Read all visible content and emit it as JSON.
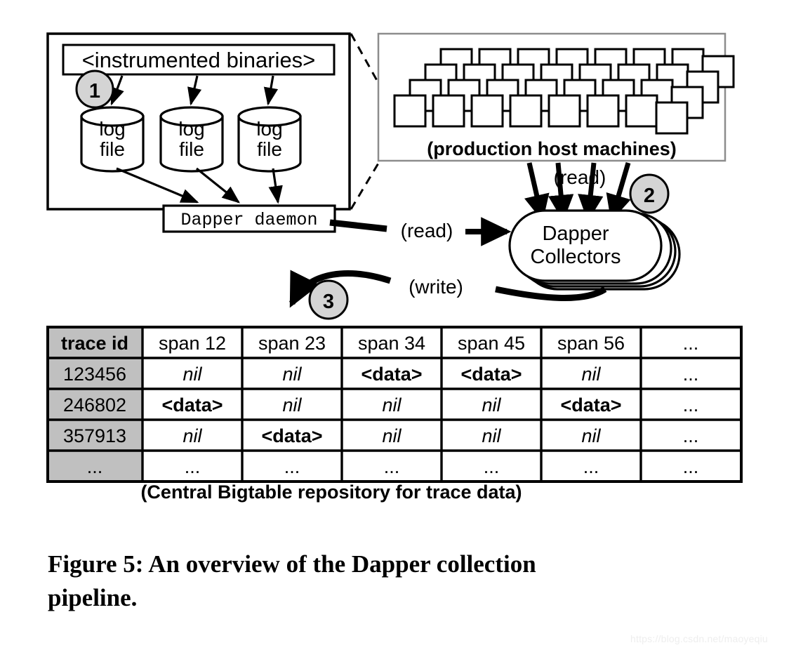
{
  "figure": {
    "caption_line1": "Figure 5:  An  overview  of  the  Dapper  collection",
    "caption_line2": "pipeline.",
    "watermark": "https://blog.csdn.net/maoyeqiu"
  },
  "diagram": {
    "host_box": {
      "binaries_label": "<instrumented binaries>",
      "step_badge": "1",
      "log_files": [
        {
          "line1": "log",
          "line2": "file"
        },
        {
          "line1": "log",
          "line2": "file"
        },
        {
          "line1": "log",
          "line2": "file"
        }
      ],
      "daemon_label": "Dapper daemon"
    },
    "production": {
      "caption": "(production host machines)"
    },
    "collectors": {
      "line1": "Dapper",
      "line2": "Collectors",
      "step_badge": "2"
    },
    "edges": {
      "read_top": "(read)",
      "read_daemon": "(read)",
      "write": "(write)",
      "write_badge": "3"
    }
  },
  "table": {
    "caption": "(Central Bigtable repository for trace data)",
    "headers": [
      "trace id",
      "span 12",
      "span 23",
      "span 34",
      "span 45",
      "span 56",
      "..."
    ],
    "rows": [
      {
        "id": "123456",
        "cells": [
          "nil",
          "nil",
          "<data>",
          "<data>",
          "nil",
          "..."
        ]
      },
      {
        "id": "246802",
        "cells": [
          "<data>",
          "nil",
          "nil",
          "nil",
          "<data>",
          "..."
        ]
      },
      {
        "id": "357913",
        "cells": [
          "nil",
          "<data>",
          "nil",
          "nil",
          "nil",
          "..."
        ]
      },
      {
        "id": "...",
        "cells": [
          "...",
          "...",
          "...",
          "...",
          "...",
          "..."
        ]
      }
    ]
  },
  "colors": {
    "badge_fill": "#d4d4d4",
    "header_fill": "#c0c0c0",
    "stroke": "#000000",
    "host_frame": "#8c8c8c",
    "watermark": "#eeeeee"
  }
}
